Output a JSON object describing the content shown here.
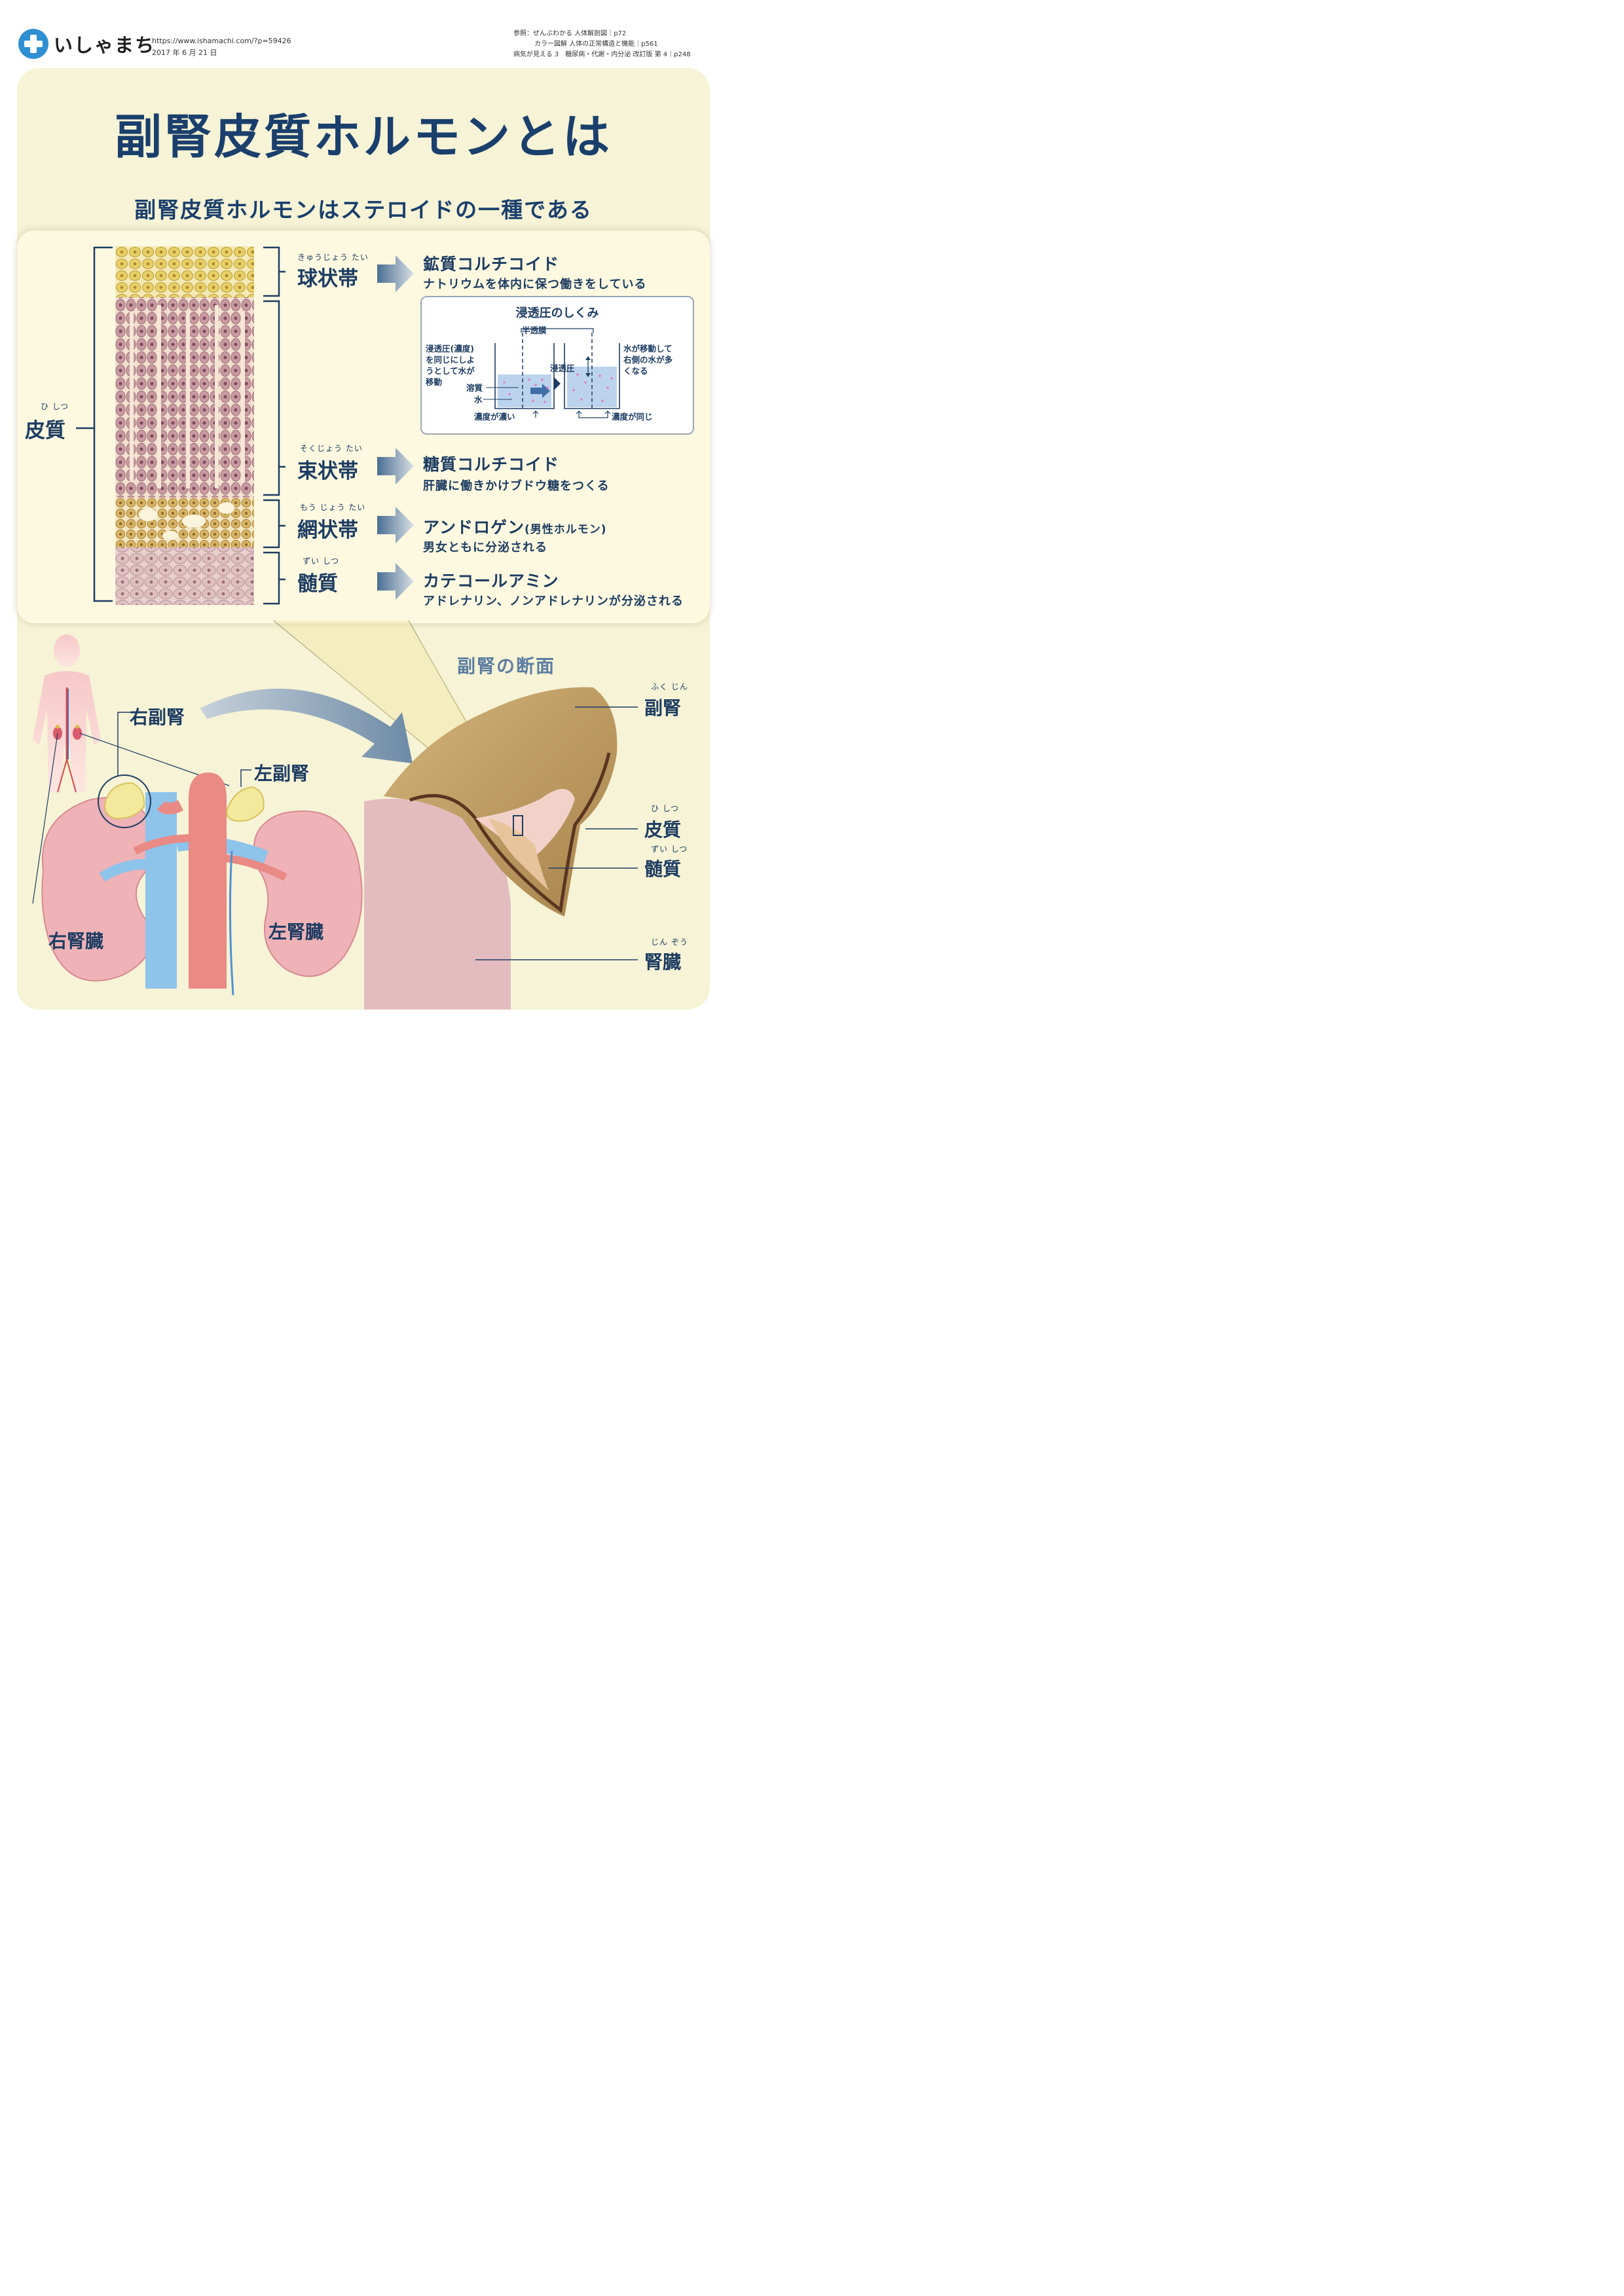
{
  "header": {
    "logo_text": "いしゃまち",
    "url": "https://www.ishamachi.com/?p=59426",
    "date": "2017 年 6 月 21 日",
    "references": [
      "参照：ぜんぶわかる 人体解剖図｜p72",
      "カラー図解 人体の正常構造と機能｜p561",
      "病気が見える 3　糖尿病・代謝・内分泌 改訂版 第 4｜p248"
    ]
  },
  "title": "副腎皮質ホルモンとは",
  "subtitle": "副腎皮質ホルモンはステロイドの一種である",
  "cortex_label": {
    "ruby": "ひ しつ",
    "text": "皮質"
  },
  "zones": [
    {
      "ruby": "きゅうじょう たい",
      "name": "球状帯",
      "hormone": "鉱質コルチコイド",
      "hormone_note": "",
      "desc": "ナトリウムを体内に保つ働きをしている"
    },
    {
      "ruby": "そくじょう たい",
      "name": "束状帯",
      "hormone": "糖質コルチコイド",
      "hormone_note": "",
      "desc": "肝臓に働きかけブドウ糖をつくる"
    },
    {
      "ruby": "もう じょう たい",
      "name": "網状帯",
      "hormone": "アンドロゲン",
      "hormone_note": "(男性ホルモン)",
      "desc": "男女ともに分泌される"
    },
    {
      "ruby": "ずい しつ",
      "name": "髄質",
      "hormone": "カテコールアミン",
      "hormone_note": "",
      "desc": "アドレナリン、ノンアドレナリンが分泌される"
    }
  ],
  "osmosis": {
    "title": "浸透圧のしくみ",
    "membrane": "半透膜",
    "left_text": [
      "浸透圧(濃度)",
      "を同じにしよ",
      "うとして水が",
      "移動"
    ],
    "solute": "溶質",
    "water": "水",
    "pressure": "浸透圧",
    "right_text": [
      "水が移動して",
      "右側の水が多",
      "くなる"
    ],
    "concentrated": "濃度が濃い",
    "same": "濃度が同じ"
  },
  "bottom": {
    "right_adrenal": "右副腎",
    "left_adrenal": "左副腎",
    "right_kidney": "右腎臓",
    "left_kidney": "左腎臓",
    "section_title": "副腎の断面",
    "labels": [
      {
        "ruby": "ふく じん",
        "text": "副腎"
      },
      {
        "ruby": "ひ しつ",
        "text": "皮質"
      },
      {
        "ruby": "ずい しつ",
        "text": "髄質"
      },
      {
        "ruby": "じん ぞう",
        "text": "腎臓"
      }
    ]
  },
  "colors": {
    "navy": "#1a3f6c",
    "panel_bg": "#f6f3d6",
    "inner_bg": "#fdf9e0",
    "glomerulosa": "#ecd97a",
    "fasciculata": "#c99a9f",
    "reticularis": "#d9b563",
    "medulla": "#dcc0bf",
    "kidney_pink": "#eeaeb4",
    "vein_blue": "#8ec3ea",
    "artery_red": "#e98a84",
    "logo_blue": "#2f8fd3"
  }
}
